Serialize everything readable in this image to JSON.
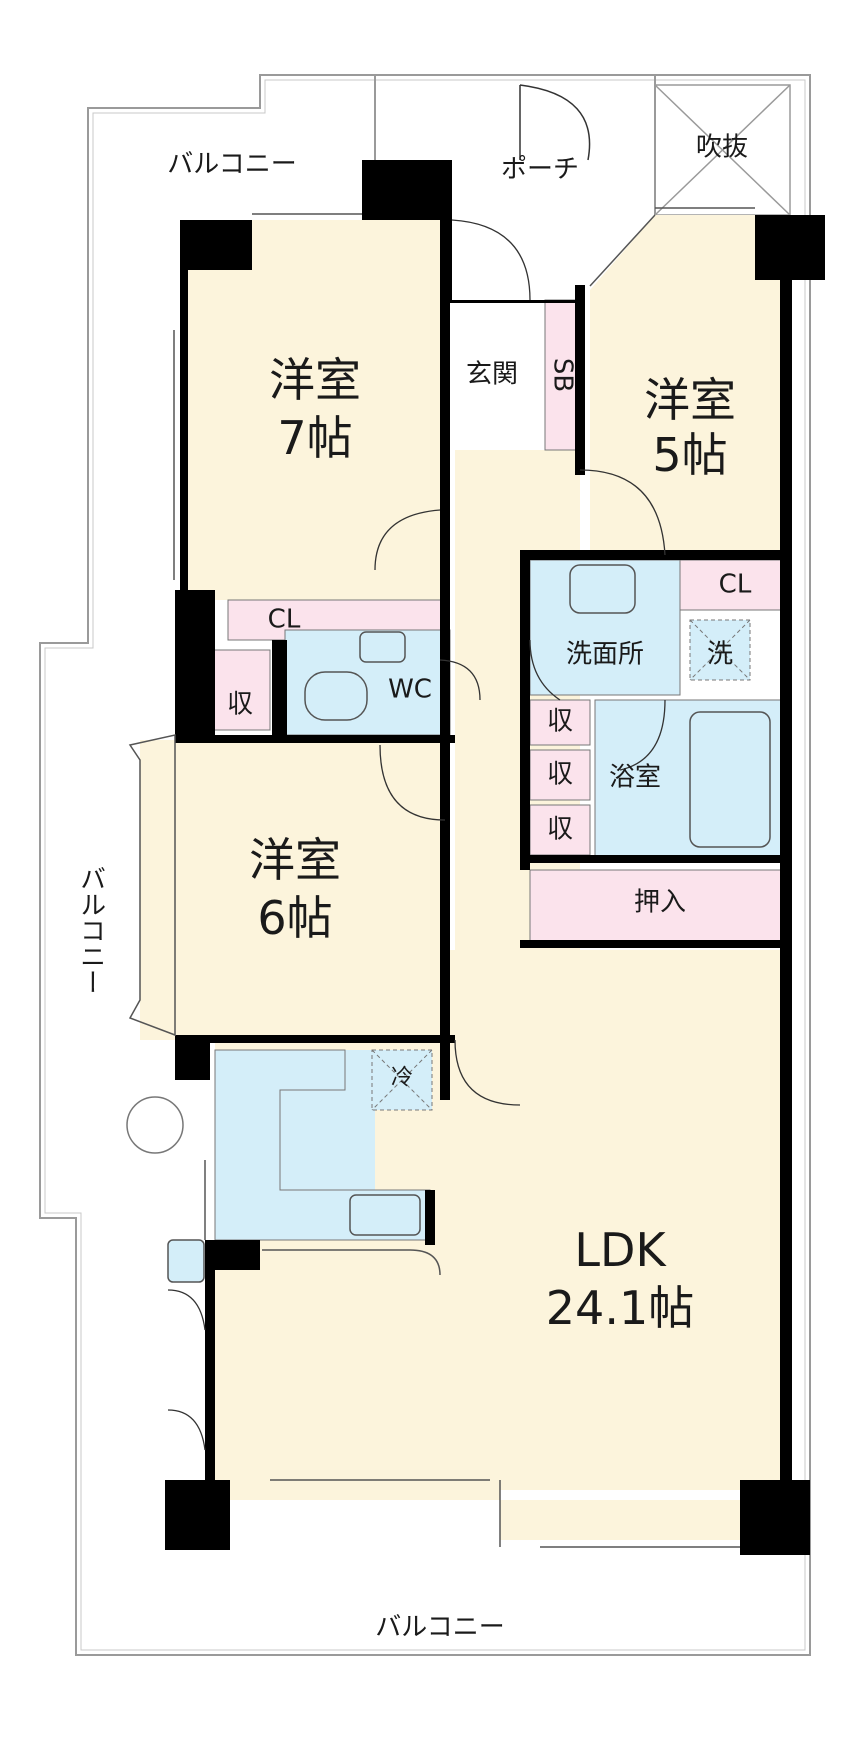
{
  "colors": {
    "room_fill": "#fcf4dc",
    "wet_fill": "#d4eef9",
    "storage_fill": "#fbe3ec",
    "wall": "#000000",
    "balcony_line": "#9a9a9a"
  },
  "labels": {
    "balcony_top": "バルコニー",
    "balcony_left": "バルコニー",
    "balcony_bottom": "バルコニー",
    "porch": "ポーチ",
    "fukinuke": "吹抜",
    "genkan": "玄関",
    "sb": "SB",
    "room7_name": "洋室",
    "room7_size": "7帖",
    "room5_name": "洋室",
    "room5_size": "5帖",
    "room6_name": "洋室",
    "room6_size": "6帖",
    "cl_left": "CL",
    "cl_right": "CL",
    "wc": "WC",
    "shu_left": "収",
    "shu_1": "収",
    "shu_2": "収",
    "shu_3": "収",
    "washroom": "洗面所",
    "washer": "洗",
    "bath": "浴室",
    "oshiire": "押入",
    "fridge": "冷",
    "ldk_name": "LDK",
    "ldk_size": "24.1帖"
  }
}
